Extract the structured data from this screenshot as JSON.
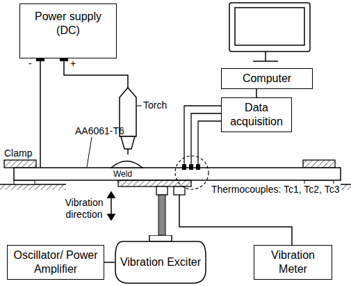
{
  "diagram": {
    "nodes": [
      {
        "text": [
          "Power supply (DC)"
        ]
      },
      {
        "text": [
          "Computer"
        ]
      },
      {
        "text": [
          "Data acquisition"
        ]
      },
      {
        "text": [
          "Oscillator/ Power Amplifier"
        ]
      },
      {
        "text": [
          "Vibration Exciter"
        ]
      },
      {
        "text": [
          "Vibration Meter"
        ]
      }
    ],
    "edges": [
      {
        "from": 1,
        "to": 2,
        "arrow": "none"
      },
      {
        "from": 3,
        "to": 4,
        "arrow": "none"
      }
    ],
    "labels": [
      "-",
      "+",
      "Torch",
      "Clamp",
      "AA6061-T6",
      "Weld",
      "Vibration direction",
      "Thermocouples: Tc1, Tc2, Tc3"
    ]
  }
}
